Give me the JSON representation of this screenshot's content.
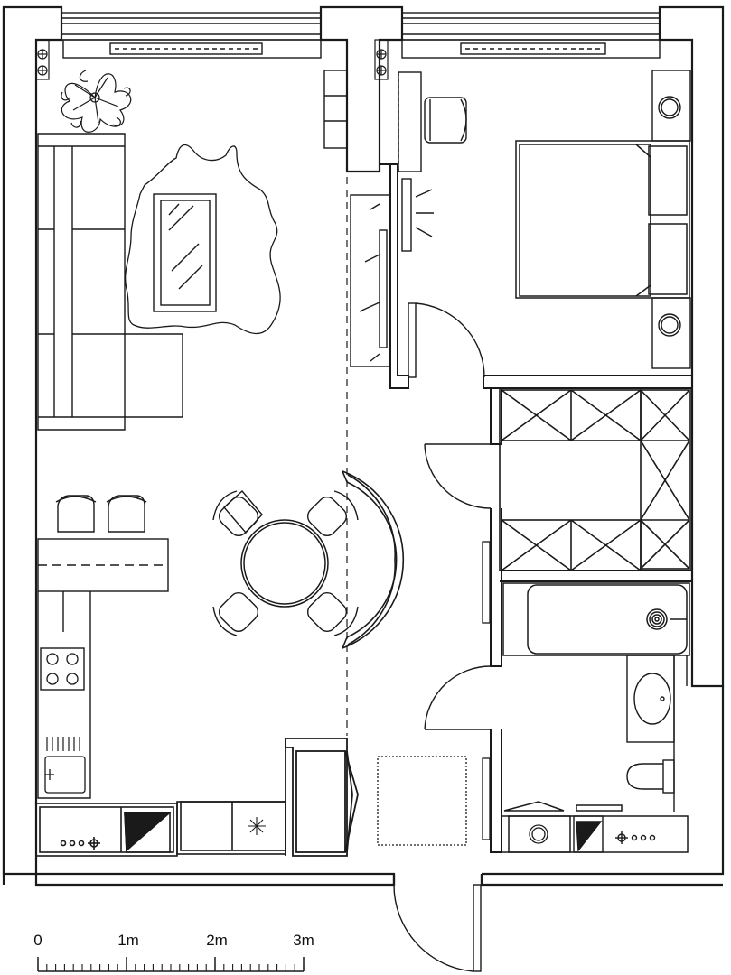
{
  "scale_bar": {
    "labels": [
      "0",
      "1m",
      "2m",
      "3m"
    ]
  },
  "colors": {
    "line": "#1a1a1a",
    "wall_fill": "#ffffff",
    "background": "#ffffff"
  },
  "icons": {
    "plant": "plant-icon",
    "bed": "double-bed-icon",
    "sofa": "corner-sofa-icon",
    "rug": "animal-hide-rug-icon",
    "dining_table": "round-table-icon",
    "bathtub": "bathtub-icon",
    "toilet": "toilet-icon",
    "sink": "washbasin-icon",
    "hob": "hob-icon",
    "washing_machine": "washing-machine-icon",
    "boiler": "boiler-icon"
  }
}
